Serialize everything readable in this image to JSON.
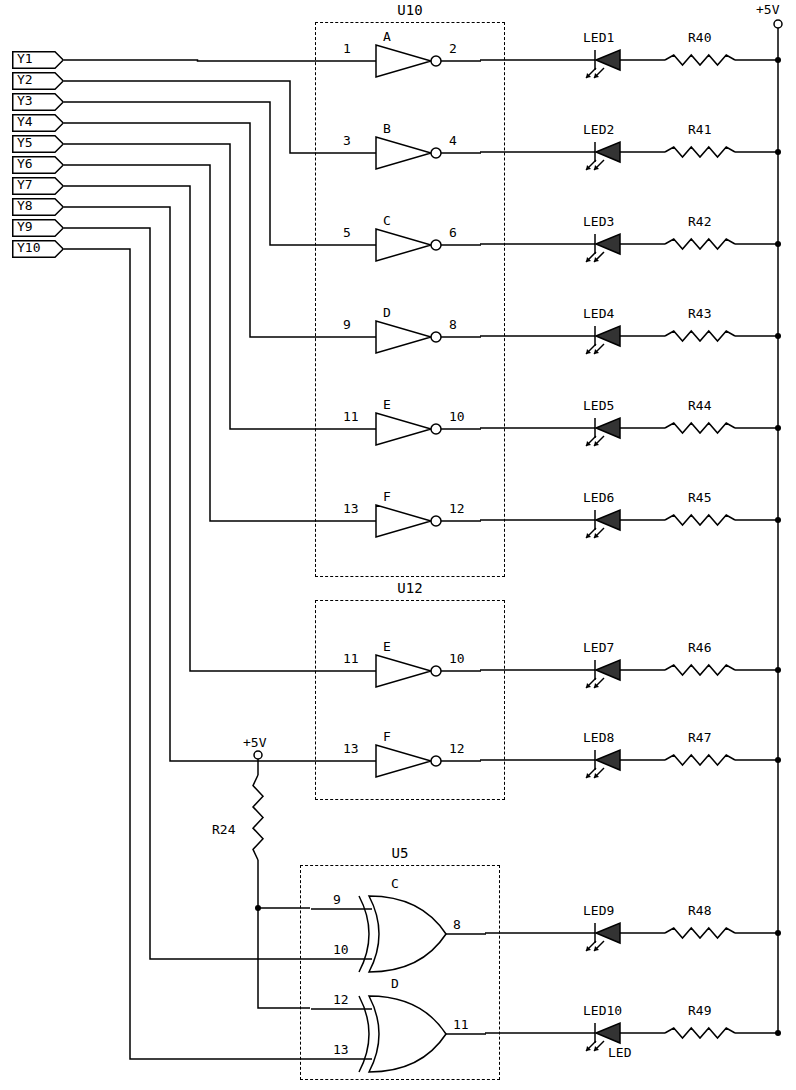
{
  "diagram": {
    "nodes": [
      {
        "text": [
          "U10"
        ]
      },
      {
        "text": [
          "A",
          "1",
          "2"
        ],
        "in": 0
      },
      {
        "text": [
          "B",
          "3",
          "4"
        ],
        "in": 0
      },
      {
        "text": [
          "C",
          "5",
          "6"
        ],
        "in": 0
      },
      {
        "text": [
          "D",
          "9",
          "8"
        ],
        "in": 0
      },
      {
        "text": [
          "E",
          "11",
          "10"
        ],
        "in": 0
      },
      {
        "text": [
          "F",
          "13",
          "12"
        ],
        "in": 0
      },
      {
        "text": [
          "U12"
        ]
      },
      {
        "text": [
          "E",
          "11",
          "10"
        ],
        "in": 7
      },
      {
        "text": [
          "F",
          "13",
          "12"
        ],
        "in": 7
      },
      {
        "text": [
          "U5"
        ]
      },
      {
        "text": [
          "C",
          "9",
          "10",
          "8"
        ],
        "in": 10
      },
      {
        "text": [
          "D",
          "12",
          "13",
          "11"
        ],
        "in": 10
      },
      {
        "text": [
          "Y1"
        ]
      },
      {
        "text": [
          "Y2"
        ]
      },
      {
        "text": [
          "Y3"
        ]
      },
      {
        "text": [
          "Y4"
        ]
      },
      {
        "text": [
          "Y5"
        ]
      },
      {
        "text": [
          "Y6"
        ]
      },
      {
        "text": [
          "Y7"
        ]
      },
      {
        "text": [
          "Y8"
        ]
      },
      {
        "text": [
          "Y9"
        ]
      },
      {
        "text": [
          "Y10"
        ]
      }
    ],
    "edges": [
      {
        "from": 13,
        "to": 1,
        "arrow": "none"
      },
      {
        "from": 14,
        "to": 2,
        "arrow": "none"
      },
      {
        "from": 15,
        "to": 3,
        "arrow": "none"
      },
      {
        "from": 16,
        "to": 4,
        "arrow": "none"
      },
      {
        "from": 17,
        "to": 5,
        "arrow": "none"
      },
      {
        "from": 18,
        "to": 6,
        "arrow": "none"
      },
      {
        "from": 19,
        "to": 8,
        "arrow": "none"
      },
      {
        "from": 20,
        "to": 9,
        "arrow": "none"
      },
      {
        "from": 21,
        "to": 11,
        "arrow": "none"
      },
      {
        "from": 22,
        "to": 12,
        "arrow": "none"
      }
    ],
    "labels": [
      "+5V",
      "LED1",
      "R40",
      "LED2",
      "R41",
      "LED3",
      "R42",
      "LED4",
      "R43",
      "LED5",
      "R44",
      "LED6",
      "R45",
      "LED7",
      "R46",
      "LED8",
      "R47",
      "LED9",
      "R48",
      "LED10",
      "R49",
      "LED",
      "+5V",
      "R24"
    ]
  }
}
